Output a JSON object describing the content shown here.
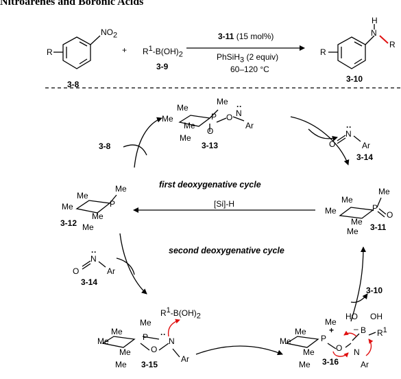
{
  "header": {
    "title": "Nitroarenes and Boronic Acids"
  },
  "reaction": {
    "reactant_nitro_label": "3-8",
    "nitro_group": "NO2",
    "r_sub": "R",
    "plus": "+",
    "boronic_acid": "R1-B(OH)2",
    "boronic_label": "3-9",
    "catalyst": "3-11 (15 mol%)",
    "reductant": "PhSiH3 (2 equiv)",
    "temperature": "60–120 °C",
    "product_label": "3-10",
    "product_r": "R",
    "product_nh": "H",
    "product_n": "N"
  },
  "cycle": {
    "first_cycle_label": "first deoxygenative cycle",
    "second_cycle_label": "second deoxygenative cycle",
    "silane_label": "[Si]-H",
    "in_first": "3-8",
    "out_first": "3-14",
    "in_second": "3-14",
    "out_second": "3-10",
    "nitroso_ar": "Ar",
    "boronic_reagent": "R1-B(OH)2",
    "compounds": {
      "c12": "3-12",
      "c13": "3-13",
      "c11": "3-11",
      "c15": "3-15",
      "c16": "3-16"
    },
    "atoms": {
      "me": "Me",
      "p": "P",
      "o": "O",
      "n": "N",
      "ar": "Ar",
      "ho": "HO",
      "oh": "OH",
      "b": "B",
      "r1": "R1",
      "plus": "+",
      "minus": "–"
    }
  },
  "colors": {
    "accent_red": "#e01010",
    "ink": "#000000"
  }
}
